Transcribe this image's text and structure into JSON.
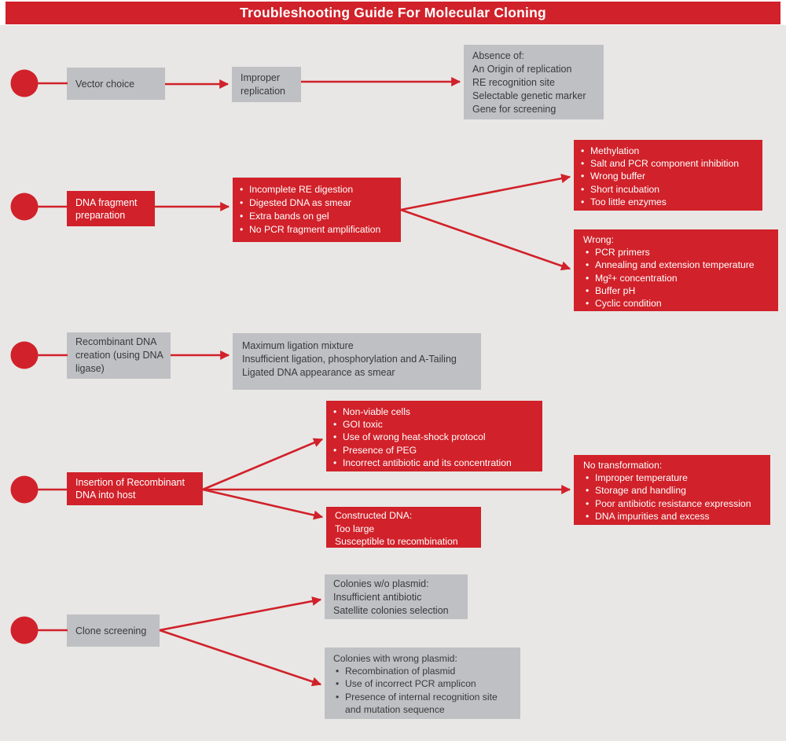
{
  "title": "Troubleshooting Guide For Molecular Cloning",
  "colors": {
    "accent_red": "#d1212a",
    "box_gray": "#bfc0c3",
    "background": "#e8e7e5",
    "text_dark": "#39393a",
    "text_light": "#ffffff"
  },
  "flow": {
    "row1": {
      "stage": "Vector choice",
      "mid": "Improper replication",
      "result": {
        "heading": "Absence of:",
        "lines": [
          "An Origin of replication",
          "RE recognition site",
          "Selectable genetic marker",
          "Gene for screening"
        ]
      }
    },
    "row2": {
      "stage": "DNA fragment preparation",
      "symptoms": {
        "bullets": [
          "Incomplete RE digestion",
          "Digested DNA as smear",
          "Extra bands on gel",
          "No PCR fragment amplification"
        ]
      },
      "causes_top": {
        "bullets": [
          "Methylation",
          "Salt and PCR component inhibition",
          "Wrong buffer",
          "Short incubation",
          "Too little enzymes"
        ]
      },
      "causes_bottom": {
        "heading": "Wrong:",
        "bullets": [
          "PCR primers",
          "Annealing and extension temperature",
          "Mg²+ concentration",
          "Buffer pH",
          "Cyclic condition"
        ]
      }
    },
    "row3": {
      "stage": "Recombinant DNA creation (using DNA ligase)",
      "symptoms": {
        "lines": [
          "Maximum ligation mixture",
          "Insufficient ligation, phosphorylation and A-Tailing",
          "Ligated DNA appearance as smear"
        ]
      }
    },
    "row4": {
      "stage": "Insertion of Recombinant DNA into host",
      "causes_top": {
        "bullets": [
          "Non-viable cells",
          "GOI toxic",
          "Use of wrong heat-shock protocol",
          "Presence of PEG",
          "Incorrect antibiotic and its concentration"
        ]
      },
      "causes_bottom": {
        "heading": "Constructed DNA:",
        "lines": [
          "Too large",
          "Susceptible to recombination"
        ]
      },
      "result": {
        "heading": "No transformation:",
        "bullets": [
          "Improper temperature",
          "Storage and handling",
          "Poor antibiotic resistance expression",
          "DNA impurities and excess"
        ]
      }
    },
    "row5": {
      "stage": "Clone screening",
      "top": {
        "heading": "Colonies w/o plasmid:",
        "lines": [
          "Insufficient antibiotic",
          "Satellite colonies selection"
        ]
      },
      "bottom": {
        "heading": "Colonies with wrong plasmid:",
        "bullets": [
          "Recombination of plasmid",
          "Use of incorrect PCR amplicon",
          "Presence of internal recognition site and mutation sequence"
        ]
      }
    }
  }
}
